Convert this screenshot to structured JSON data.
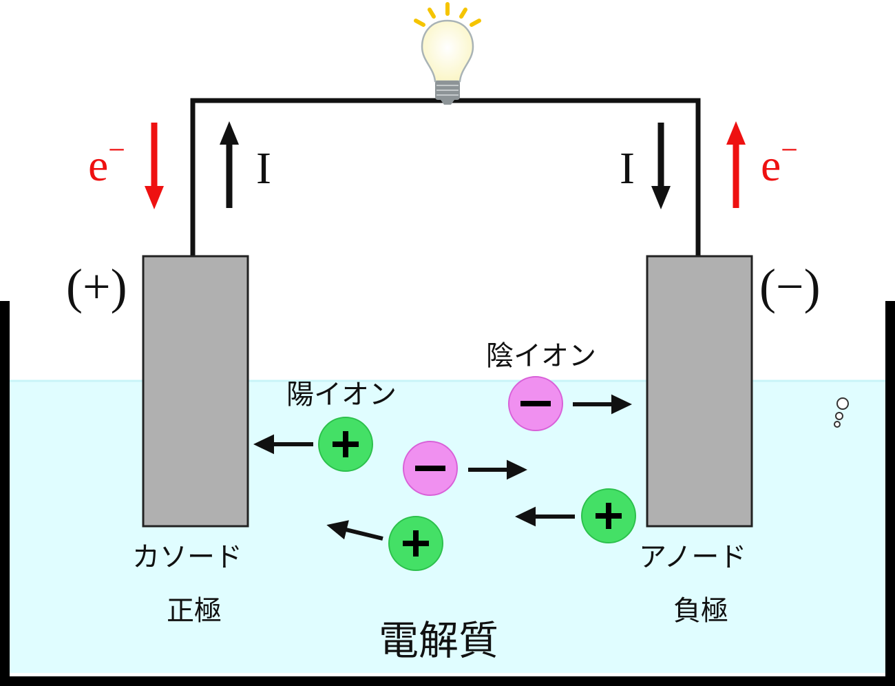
{
  "labels": {
    "cation": "陽イオン",
    "anion": "陰イオン",
    "cathode": "カソード",
    "positive_electrode": "正極",
    "anode": "アノード",
    "negative_electrode": "負極",
    "electrolyte": "電解質",
    "plus_terminal": "(+)",
    "minus_terminal": "(−)",
    "electron": "e",
    "electron_charge": "−",
    "current": "I",
    "plus_sign": "+",
    "minus_sign": "−"
  },
  "colors": {
    "electron_arrow": "#ee1111",
    "cation": "#44e066",
    "anion": "#f090f0",
    "electrolyte": "#e0fdff",
    "electrode": "#b0b0b0"
  }
}
